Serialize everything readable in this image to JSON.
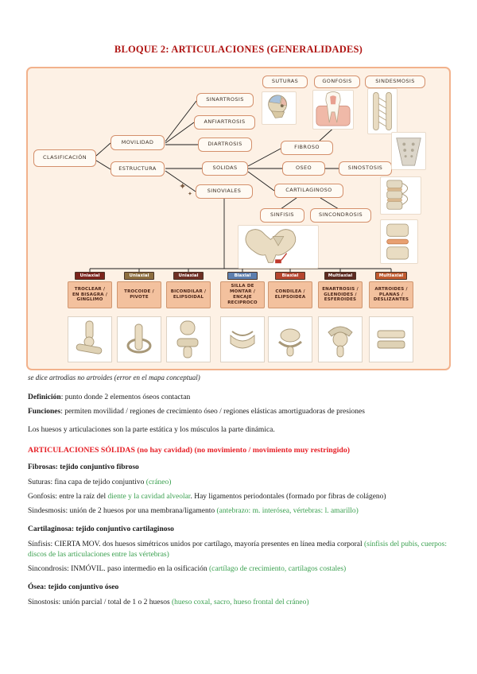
{
  "title": "BLOQUE 2: ARTICULACIONES (GENERALIDADES)",
  "map": {
    "nodes": {
      "clasificacion": "CLASIFICACIÓN",
      "movilidad": "MOVILIDAD",
      "estructura": "ESTRUCTURA",
      "sinartrosis": "SINARTROSIS",
      "anfiartrosis": "ANFIARTROSIS",
      "diartrosis": "DIARTROSIS",
      "solidas": "SOLIDAS",
      "sinoviales": "SINOVIALES",
      "fibroso": "FIBROSO",
      "oseo": "OSEO",
      "sinostosis": "SINOSTOSIS",
      "cartilaginoso": "CARTILAGINOSO",
      "sinfisis": "SINFISIS",
      "sincondrosis": "SINCONDROSIS",
      "suturas": "SUTURAS",
      "gonfosis": "GONFOSIS",
      "sindesmosis": "SINDESMOSIS"
    },
    "joints": [
      {
        "axis": "Uniaxial",
        "chip_color": "#7b241c",
        "label": "TROCLEAR / EN BISAGRA / GINGLIMO"
      },
      {
        "axis": "Uniaxial",
        "chip_color": "#8d6e3f",
        "label": "TROCOIDE / PIVOTE"
      },
      {
        "axis": "Uniaxial",
        "chip_color": "#6e2f23",
        "label": "BICONDILAR / ELIPSOIDAL"
      },
      {
        "axis": "Biaxial",
        "chip_color": "#5d7fae",
        "label": "SILLA DE MONTAR / ENCAJE RECIPROCO"
      },
      {
        "axis": "Biaxial",
        "chip_color": "#b5452e",
        "label": "CONDILEA / ELIPSOIDEA"
      },
      {
        "axis": "Multiaxial",
        "chip_color": "#5d2a20",
        "label": "ENARTROSIS / GLENOIDES / ESFEROIDES"
      },
      {
        "axis": "Multiaxial",
        "chip_color": "#c05a2e",
        "label": "ARTROIDES / PLANAS / DESLIZANTES"
      }
    ],
    "illustrations": [
      "skull",
      "tooth",
      "forearm-membrane",
      "sacrum",
      "spine-segment",
      "pelvis",
      "vertebrae-disc"
    ]
  },
  "note": "se dice artrodias no artroides (error en el mapa conceptual)",
  "content": {
    "definicion": {
      "bold": "Definición",
      "rest": ": punto donde 2 elementos óseos contactan"
    },
    "funciones": {
      "bold": "Funciones",
      "rest": ": permiten movilidad / regiones de crecimiento óseo / regiones elásticas amortiguadoras de presiones"
    },
    "estatica": "Los huesos y articulaciones son la parte estática y los músculos la parte dinámica.",
    "solidas_heading": "ARTICULACIONES SÓLIDAS (no hay cavidad) (no movimiento / movimiento muy restringido)",
    "fibrosas_heading": "Fibrosas: tejido conjuntivo fibroso",
    "suturas": {
      "p1": "Suturas: fina capa de tejido conjuntivo ",
      "p2": "(cráneo)"
    },
    "gonfosis": {
      "p1": "Gonfosis: entre la raíz del ",
      "p2": "diente y la cavidad alveolar",
      "p3": ". Hay ligamentos periodontales (formado por fibras de colágeno)"
    },
    "sindesmosis": {
      "p1": "Sindesmosis: unión de 2 huesos por una membrana/ligamento ",
      "p2": "(antebrazo: m. interósea, vértebras: l. amarillo)"
    },
    "cartilaginosa_heading": "Cartilaginosa: tejido conjuntivo cartilaginoso",
    "sinfisis": {
      "p1": "Sínfisis: CIERTA MOV. dos huesos simétricos unidos por cartílago, mayoría presentes en línea media corporal ",
      "p2": "(sínfisis del pubis, cuerpos: discos de las articulaciones entre las vértebras)"
    },
    "sincondrosis": {
      "p1": "Sincondrosis: INMÓVIL. paso intermedio en la osificación ",
      "p2": "(cartílago de crecimiento, cartílagos costales)"
    },
    "osea_heading": "Ósea: tejido conjuntivo óseo",
    "sinostosis": {
      "p1": "Sinostosis: unión parcial / total de 1 o 2 huesos ",
      "p2": "(hueso coxal, sacro, hueso frontal del cráneo)"
    }
  },
  "colors": {
    "title_red": "#b01513",
    "heading_red": "#e61e25",
    "green": "#3aa04f",
    "map_border": "#f2b28c",
    "map_bg": "#fdf1e5",
    "node_border": "#d4906c",
    "joint_box_bg": "#f3c19e"
  }
}
